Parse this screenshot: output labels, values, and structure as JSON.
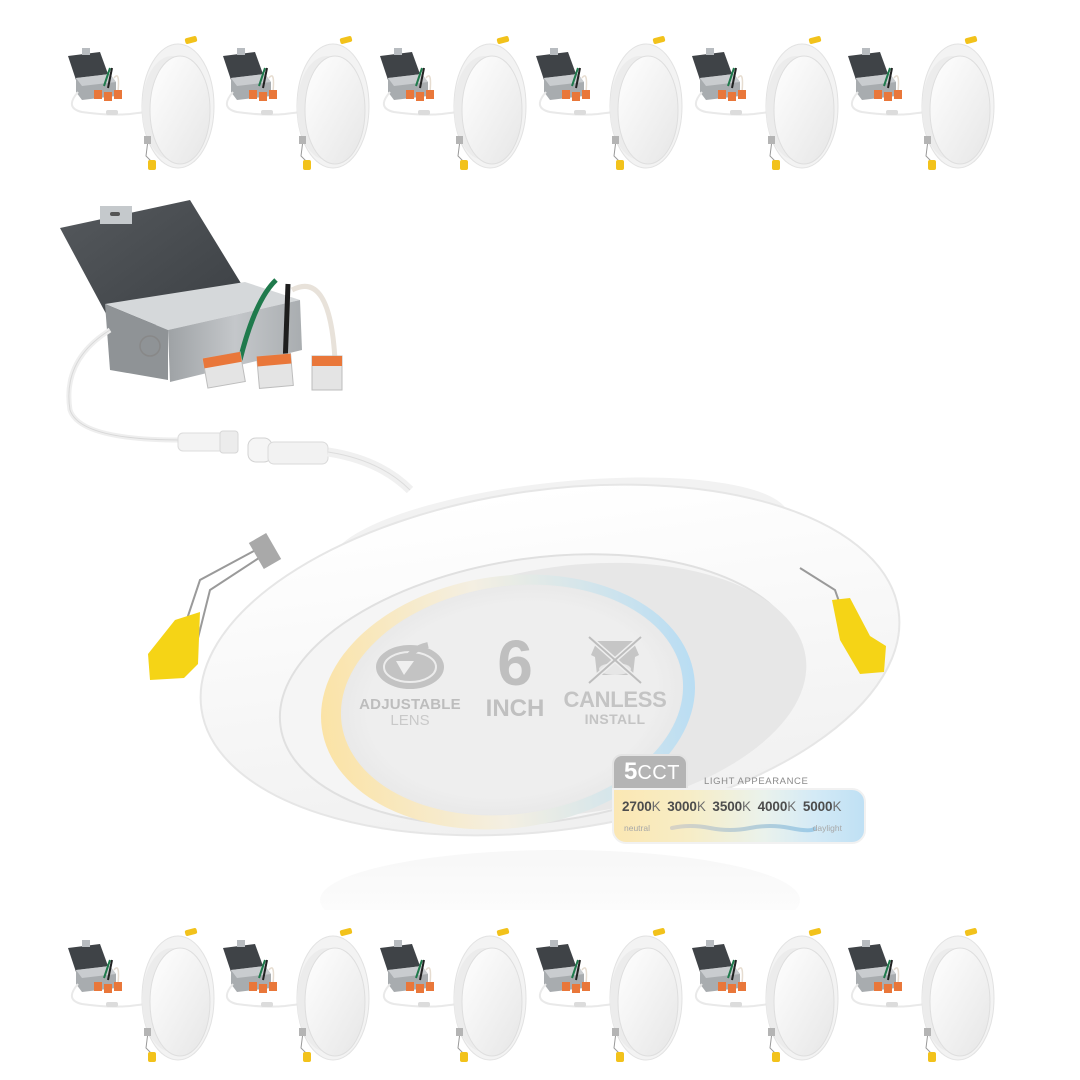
{
  "product": {
    "pack_quantity": 12,
    "thumbnail_rows": [
      {
        "position": "top",
        "count": 6
      },
      {
        "position": "bottom",
        "count": 6
      }
    ],
    "components": [
      "junction-box",
      "wago-connectors",
      "quick-connect-cable",
      "gimbal-downlight",
      "spring-clips"
    ]
  },
  "features": {
    "adjustable": {
      "line1": "ADJUSTABLE",
      "line2": "LENS",
      "icon": "adjustable-lens-icon"
    },
    "size": {
      "value": "6",
      "unit": "INCH"
    },
    "canless": {
      "line1": "CANLESS",
      "line2": "INSTALL",
      "icon": "no-can-icon"
    }
  },
  "cct": {
    "count": "5",
    "label": "CCT",
    "caption": "LIGHT APPEARANCE",
    "temperatures": [
      {
        "value": "2700",
        "unit": "K"
      },
      {
        "value": "3000",
        "unit": "K"
      },
      {
        "value": "3500",
        "unit": "K"
      },
      {
        "value": "4000",
        "unit": "K"
      },
      {
        "value": "5000",
        "unit": "K"
      }
    ],
    "left_label": "neutral",
    "right_label": "daylight"
  },
  "colors": {
    "clip_yellow": "#f5d416",
    "housing_white": "#f7f7f7",
    "feature_gray": "#bdbdbd",
    "warm_glow": "#fbe3a6",
    "cool_glow": "#b9ddf3",
    "junction_box_lid": "#44484c",
    "connector_orange": "#e9773a"
  }
}
